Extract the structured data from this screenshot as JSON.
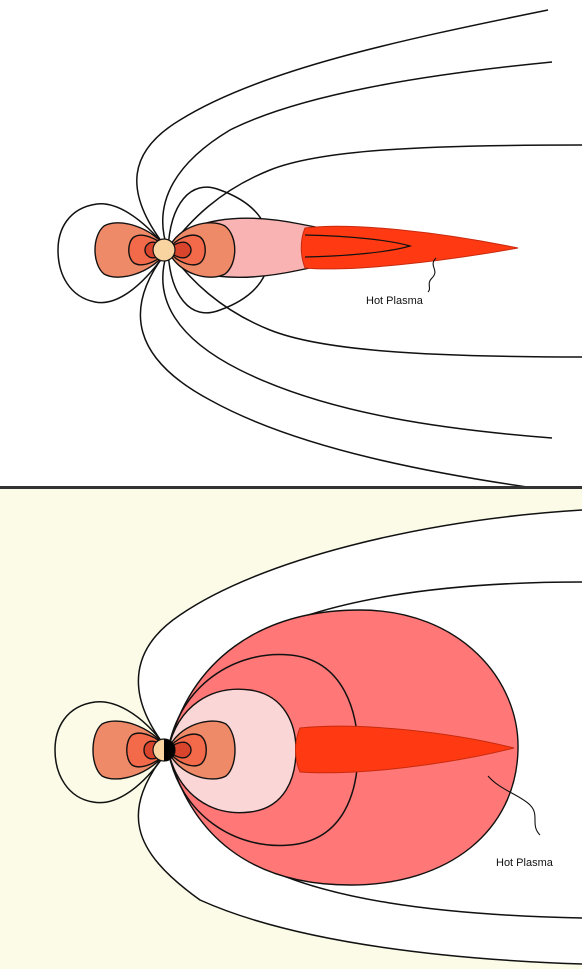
{
  "panels": [
    {
      "id": "top",
      "label": "Hot Plasma"
    },
    {
      "id": "bottom",
      "label": "Hot Plasma"
    }
  ],
  "colors": {
    "background_top": "#ffffff",
    "background_bottom": "#fbfbe8",
    "plasma_core": "#ff3a12",
    "plasma_halo_light": "#f9b3b3",
    "plasma_cloud": "#ff7777",
    "inner_belt_outer": "#ef8a68",
    "inner_belt_mid": "#f26a4a",
    "inner_belt_core": "#d8442c",
    "planet_day": "#f9d3a0",
    "planet_night": "#000000",
    "line_color": "#111111"
  },
  "icons": {
    "top_planet": "planet-icon",
    "bottom_planet": "planet-half-dark-icon"
  }
}
